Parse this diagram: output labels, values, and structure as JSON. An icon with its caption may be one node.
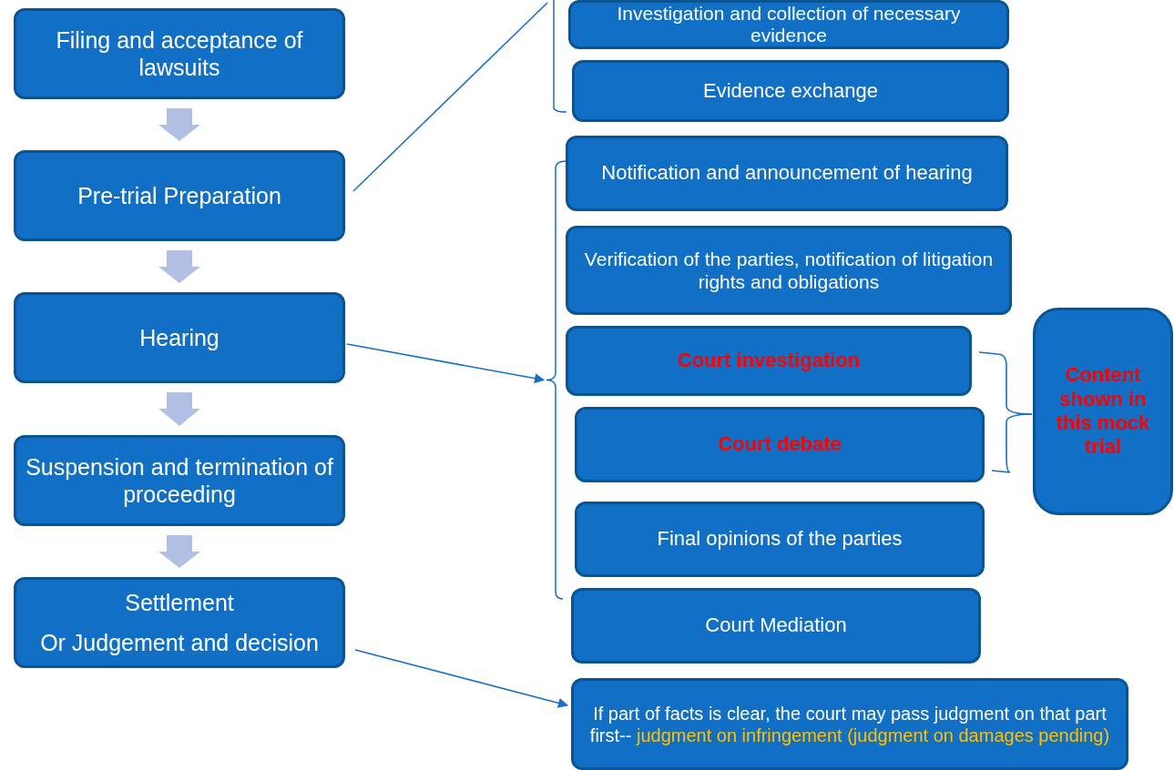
{
  "diagram": {
    "nodes": [
      {
        "text": [
          "Filing and acceptance of lawsuits"
        ]
      },
      {
        "text": [
          "Pre-trial Preparation"
        ]
      },
      {
        "text": [
          "Hearing"
        ]
      },
      {
        "text": [
          "Suspension and termination of proceeding"
        ]
      },
      {
        "text": [
          "Settlement",
          "Or Judgement and decision"
        ]
      },
      {
        "text": [
          "Investigation and collection of necessary evidence"
        ]
      },
      {
        "text": [
          "Evidence exchange"
        ]
      },
      {
        "text": [
          "Notification and announcement of hearing"
        ]
      },
      {
        "text": [
          "Verification of the parties, notification of litigation rights and obligations"
        ]
      },
      {
        "text": [
          "Court investigation"
        ]
      },
      {
        "text": [
          "Court debate"
        ]
      },
      {
        "text": [
          "Final opinions of the parties"
        ]
      },
      {
        "text": [
          "Court Mediation"
        ]
      },
      {
        "text": [
          "Content shown in this mock trial"
        ]
      },
      {
        "text": [
          "If part of  facts is clear, the court may pass judgment on that part first--",
          "judgment on infringement (judgment on damages pending)"
        ]
      },
      {
        "text": [],
        "shape": "bracket"
      },
      {
        "text": [],
        "shape": "bracket"
      }
    ],
    "edges": [
      {
        "from": 0,
        "to": 1,
        "arrow": "to",
        "style": "thick",
        "color": "#b0bfe3"
      },
      {
        "from": 1,
        "to": 2,
        "arrow": "to",
        "style": "thick",
        "color": "#b0bfe3"
      },
      {
        "from": 2,
        "to": 3,
        "arrow": "to",
        "style": "thick",
        "color": "#b0bfe3"
      },
      {
        "from": 3,
        "to": 4,
        "arrow": "to",
        "style": "thick",
        "color": "#b0bfe3"
      },
      {
        "from": 1,
        "to": 15,
        "arrow": "none"
      },
      {
        "from": 2,
        "to": 16,
        "arrow": "to"
      },
      {
        "from": 9,
        "to": 13,
        "arrow": "none"
      },
      {
        "from": 10,
        "to": 13,
        "arrow": "none"
      },
      {
        "from": 4,
        "to": 14,
        "arrow": "to"
      }
    ]
  }
}
